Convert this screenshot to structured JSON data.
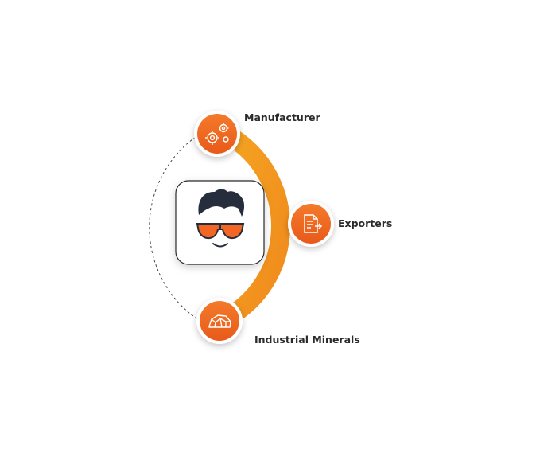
{
  "nodes": [
    {
      "id": "manufacturer",
      "label": "Manufacturer",
      "icon": "gears-icon"
    },
    {
      "id": "exporters",
      "label": "Exporters",
      "icon": "document-export-icon"
    },
    {
      "id": "industrial-minerals",
      "label": "Industrial Minerals",
      "icon": "minerals-icon"
    }
  ],
  "center": {
    "icon": "avatar-sunglasses-icon"
  },
  "colors": {
    "arc": "#f39a1e",
    "node_fill": "#f26522",
    "node_ring": "#ffffff",
    "hair": "#262d3d",
    "glasses": "#f26522",
    "label": "#2b2b2b",
    "dashed": "#444444"
  }
}
